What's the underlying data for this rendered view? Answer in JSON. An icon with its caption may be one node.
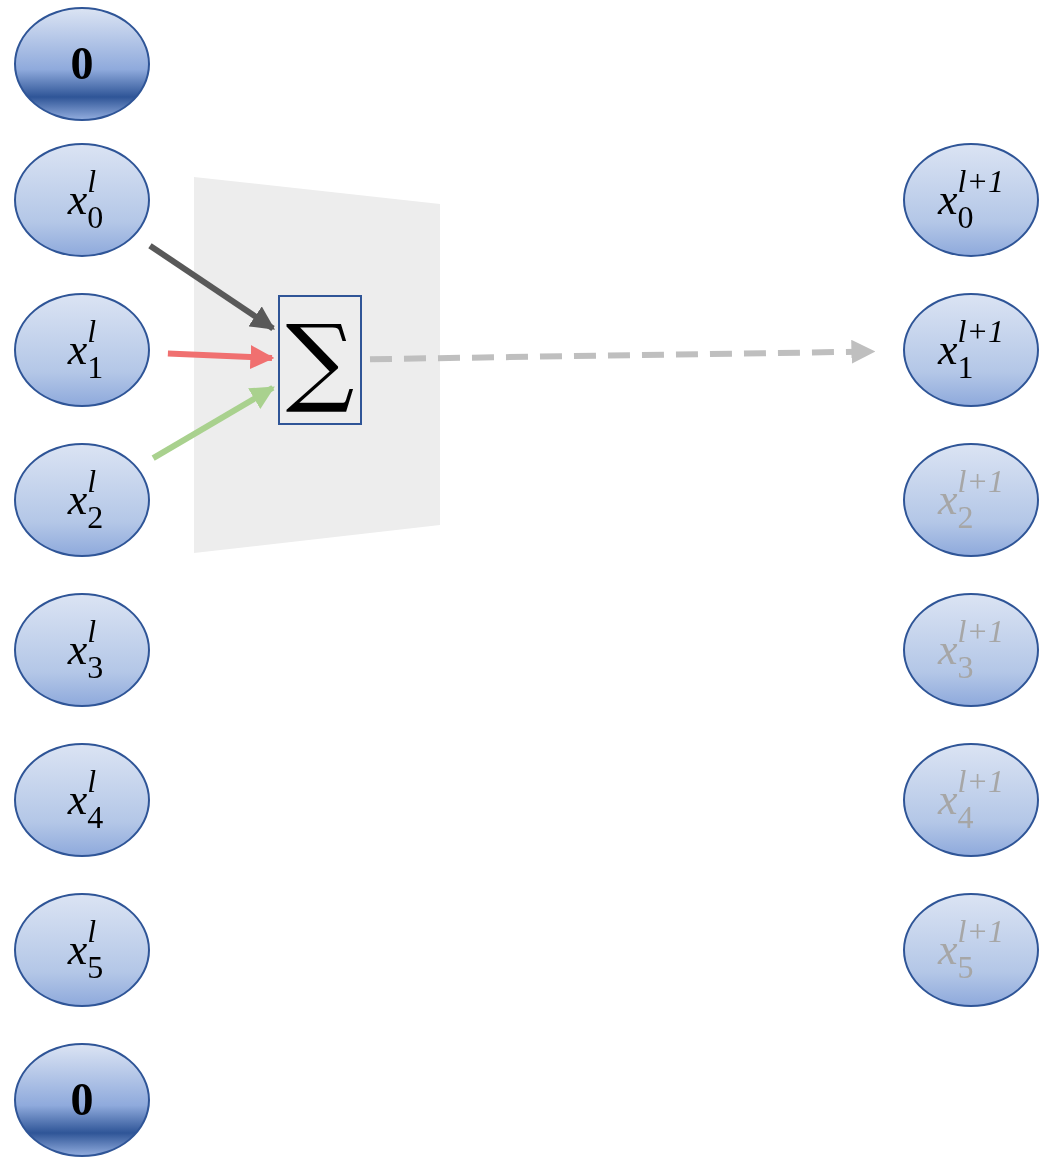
{
  "diagram": {
    "nodes": [
      {
        "text": [
          "0"
        ]
      },
      {
        "text": [
          "*x*$^{l}$$_{0}$"
        ]
      },
      {
        "text": [
          "*x*$^{l}$$_{1}$"
        ]
      },
      {
        "text": [
          "*x*$^{l}$$_{2}$"
        ]
      },
      {
        "text": [
          "*x*$^{l}$$_{3}$"
        ]
      },
      {
        "text": [
          "*x*$^{l}$$_{4}$"
        ]
      },
      {
        "text": [
          "*x*$^{l}$$_{5}$"
        ]
      },
      {
        "text": [
          "0"
        ]
      },
      {
        "text": [],
        "shape": "trapezoid"
      },
      {
        "text": [
          "∑"
        ],
        "in": 8
      },
      {
        "text": [
          "*x*$^{l+1}$$_{0}$"
        ]
      },
      {
        "text": [
          "*x*$^{l+1}$$_{1}$"
        ]
      },
      {
        "text": [
          "*x*$^{l+1}$$_{2}$"
        ]
      },
      {
        "text": [
          "*x*$^{l+1}$$_{3}$"
        ]
      },
      {
        "text": [
          "*x*$^{l+1}$$_{4}$"
        ]
      },
      {
        "text": [
          "*x*$^{l+1}$$_{5}$"
        ]
      }
    ],
    "edges": [
      {
        "from": 1,
        "to": 9,
        "arrow": "to",
        "color": "#595959"
      },
      {
        "from": 2,
        "to": 9,
        "arrow": "to",
        "color": "#f07070"
      },
      {
        "from": 3,
        "to": 9,
        "arrow": "to",
        "color": "#a9d18e"
      },
      {
        "from": 9,
        "to": 11,
        "arrow": "to",
        "style": "dashed",
        "color": "#bfbfbf"
      }
    ]
  }
}
